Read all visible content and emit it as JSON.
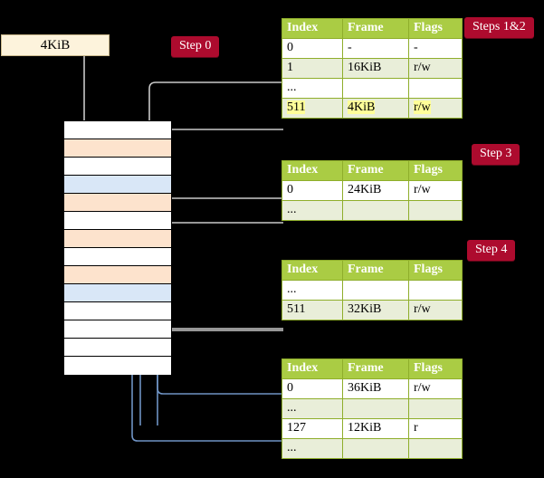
{
  "diagram": {
    "title_hidden": "",
    "source_box": {
      "label": "4KiB"
    },
    "badges": [
      {
        "name": "step-0",
        "label": "Step 0"
      },
      {
        "name": "steps-1-2",
        "label": "Steps 1&2"
      },
      {
        "name": "step-3",
        "label": "Step 3"
      },
      {
        "name": "step-4",
        "label": "Step 4"
      }
    ],
    "colors": {
      "badge_bg": "#ad0b2e",
      "table_header_bg": "#aacc44",
      "table_alt_row_bg": "#e9eed9",
      "table_border": "#8fae2b",
      "highlight": "#ffff99",
      "memory_orange": "#fde3cd",
      "memory_blue": "#d9e7f7",
      "source_box_bg": "#fdf3dc",
      "wire_grey": "#c9c9c9",
      "wire_blue": "#6f93c4"
    },
    "memory_column": {
      "name": "physical-memory-column",
      "rows": [
        {
          "fill": "white"
        },
        {
          "fill": "orange"
        },
        {
          "fill": "white"
        },
        {
          "fill": "blue"
        },
        {
          "fill": "orange"
        },
        {
          "fill": "white"
        },
        {
          "fill": "orange"
        },
        {
          "fill": "white"
        },
        {
          "fill": "orange"
        },
        {
          "fill": "blue"
        },
        {
          "fill": "white"
        },
        {
          "fill": "white"
        },
        {
          "fill": "white"
        },
        {
          "fill": "white"
        }
      ]
    },
    "tables": [
      {
        "name": "page-table-level-1",
        "columns": [
          "Index",
          "Frame",
          "Flags"
        ],
        "rows": [
          {
            "cells": [
              "0",
              "-",
              "-"
            ],
            "alt": false,
            "highlight": [
              false,
              false,
              false
            ]
          },
          {
            "cells": [
              "1",
              "16KiB",
              "r/w"
            ],
            "alt": true,
            "highlight": [
              false,
              false,
              false
            ]
          },
          {
            "cells": [
              "...",
              "",
              ""
            ],
            "alt": false,
            "highlight": [
              false,
              false,
              false
            ]
          },
          {
            "cells": [
              "511",
              "4KiB",
              "r/w"
            ],
            "alt": true,
            "highlight": [
              true,
              true,
              true
            ]
          }
        ]
      },
      {
        "name": "page-table-level-2",
        "columns": [
          "Index",
          "Frame",
          "Flags"
        ],
        "rows": [
          {
            "cells": [
              "0",
              "24KiB",
              "r/w"
            ],
            "alt": false,
            "highlight": [
              false,
              false,
              false
            ]
          },
          {
            "cells": [
              "...",
              "",
              ""
            ],
            "alt": true,
            "highlight": [
              false,
              false,
              false
            ]
          }
        ]
      },
      {
        "name": "page-table-level-3",
        "columns": [
          "Index",
          "Frame",
          "Flags"
        ],
        "rows": [
          {
            "cells": [
              "...",
              "",
              ""
            ],
            "alt": false,
            "highlight": [
              false,
              false,
              false
            ]
          },
          {
            "cells": [
              "511",
              "32KiB",
              "r/w"
            ],
            "alt": true,
            "highlight": [
              false,
              false,
              false
            ]
          }
        ]
      },
      {
        "name": "page-table-level-4",
        "columns": [
          "Index",
          "Frame",
          "Flags"
        ],
        "rows": [
          {
            "cells": [
              "0",
              "36KiB",
              "r/w"
            ],
            "alt": false,
            "highlight": [
              false,
              false,
              false
            ]
          },
          {
            "cells": [
              "...",
              "",
              ""
            ],
            "alt": true,
            "highlight": [
              false,
              false,
              false
            ]
          },
          {
            "cells": [
              "127",
              "12KiB",
              "r"
            ],
            "alt": false,
            "highlight": [
              false,
              false,
              false
            ]
          },
          {
            "cells": [
              "...",
              "",
              ""
            ],
            "alt": true,
            "highlight": [
              false,
              false,
              false
            ]
          }
        ]
      }
    ]
  }
}
